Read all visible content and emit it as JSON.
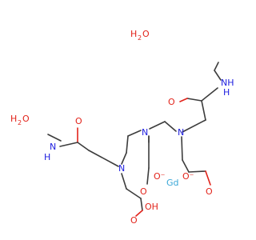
{
  "molecule": {
    "water_1": {
      "h": "H",
      "o": "O",
      "h2": "H",
      "sub": "2"
    },
    "water_2": {
      "h": "H",
      "o": "O",
      "h2": "H",
      "sub": "2"
    },
    "labels": {
      "o": "O",
      "n": "N",
      "nh": "NH",
      "h": "H",
      "oh": "OH",
      "o_minus": "O⁻",
      "gd": "Gd",
      "ho": "HO"
    },
    "colors": {
      "bond": "#3c3c3c",
      "oxygen": "#e2231a",
      "nitrogen": "#2020e0",
      "gadolinium": "#3aa7d7"
    }
  }
}
